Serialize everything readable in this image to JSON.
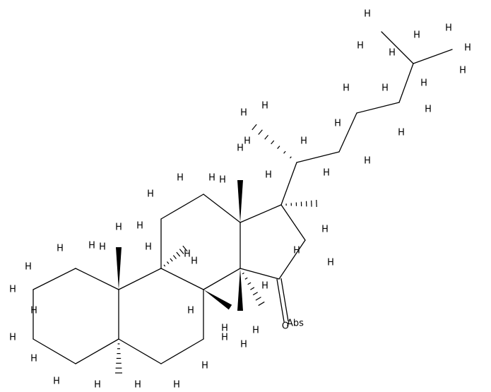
{
  "molecule": {
    "h_symbol": "H",
    "o_symbol": "O",
    "abs_label": "Abs",
    "bond_color": "#000000",
    "background": "#ffffff"
  }
}
